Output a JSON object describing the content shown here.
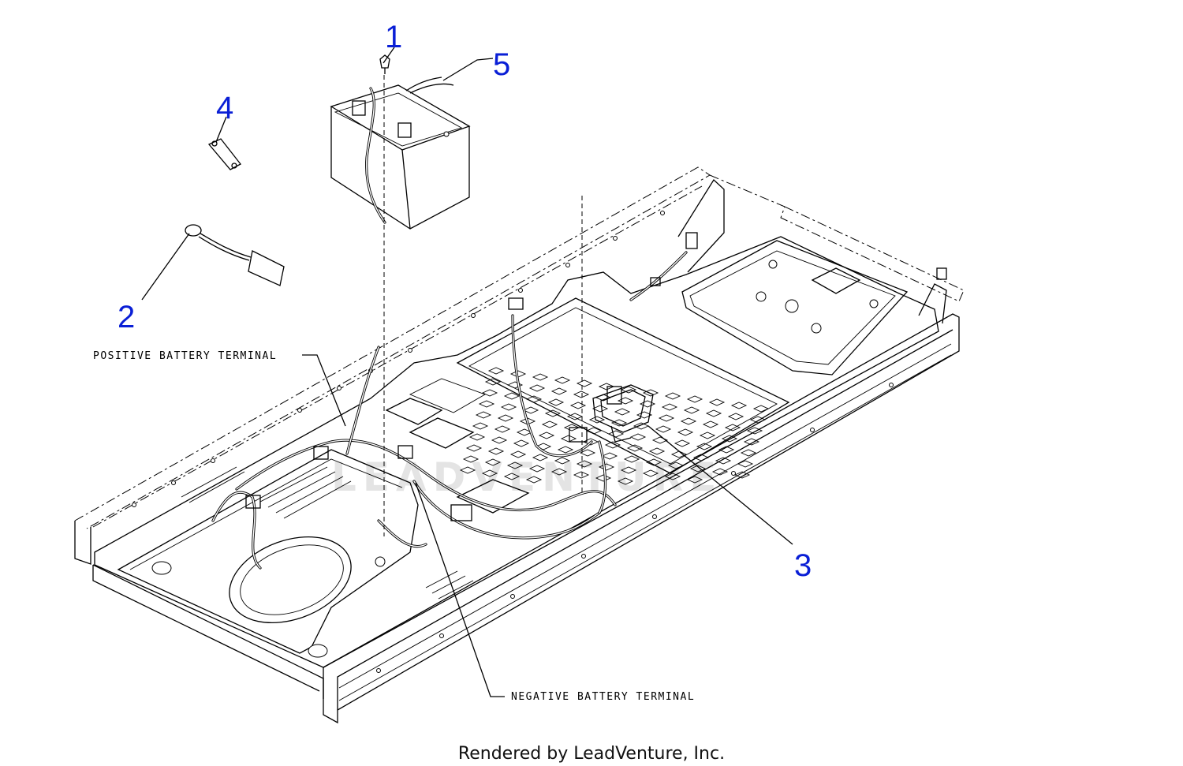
{
  "callouts": [
    {
      "num": "1"
    },
    {
      "num": "2"
    },
    {
      "num": "3"
    },
    {
      "num": "4"
    },
    {
      "num": "5"
    }
  ],
  "labels": {
    "positive": "POSITIVE BATTERY TERMINAL",
    "negative": "NEGATIVE BATTERY TERMINAL"
  },
  "watermark": "LEADVENTURE",
  "footer": "Rendered by LeadVenture, Inc.",
  "colors": {
    "callout": "#0a1fd6",
    "line": "#000000",
    "background": "#ffffff"
  }
}
